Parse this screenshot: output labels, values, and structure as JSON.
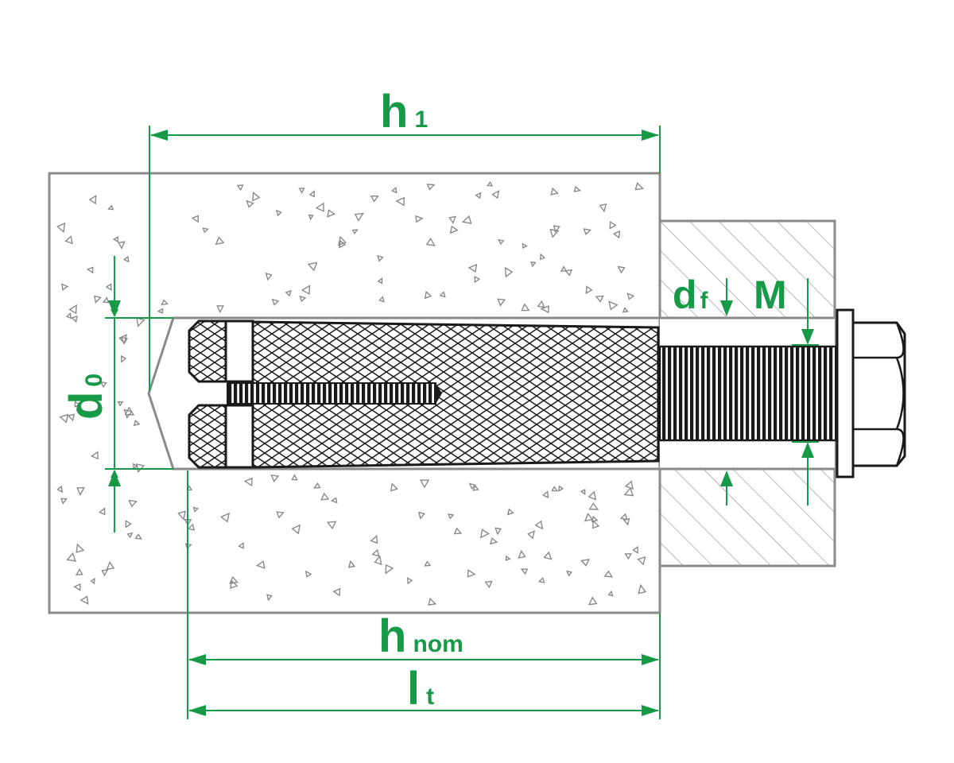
{
  "diagram": {
    "labels": {
      "h1": {
        "main": "h",
        "sub": "1"
      },
      "d0": {
        "main": "d",
        "sub": "0"
      },
      "df": {
        "main": "d",
        "sub": "f"
      },
      "M": {
        "main": "M"
      },
      "hnom": {
        "main": "h",
        "sub": "nom"
      },
      "lt": {
        "main": "l",
        "sub": "t"
      }
    },
    "colors": {
      "dimension": "#169a48",
      "outline": "#8a8a8a",
      "anchor": "#1a1a1a",
      "background": "#ffffff"
    }
  }
}
